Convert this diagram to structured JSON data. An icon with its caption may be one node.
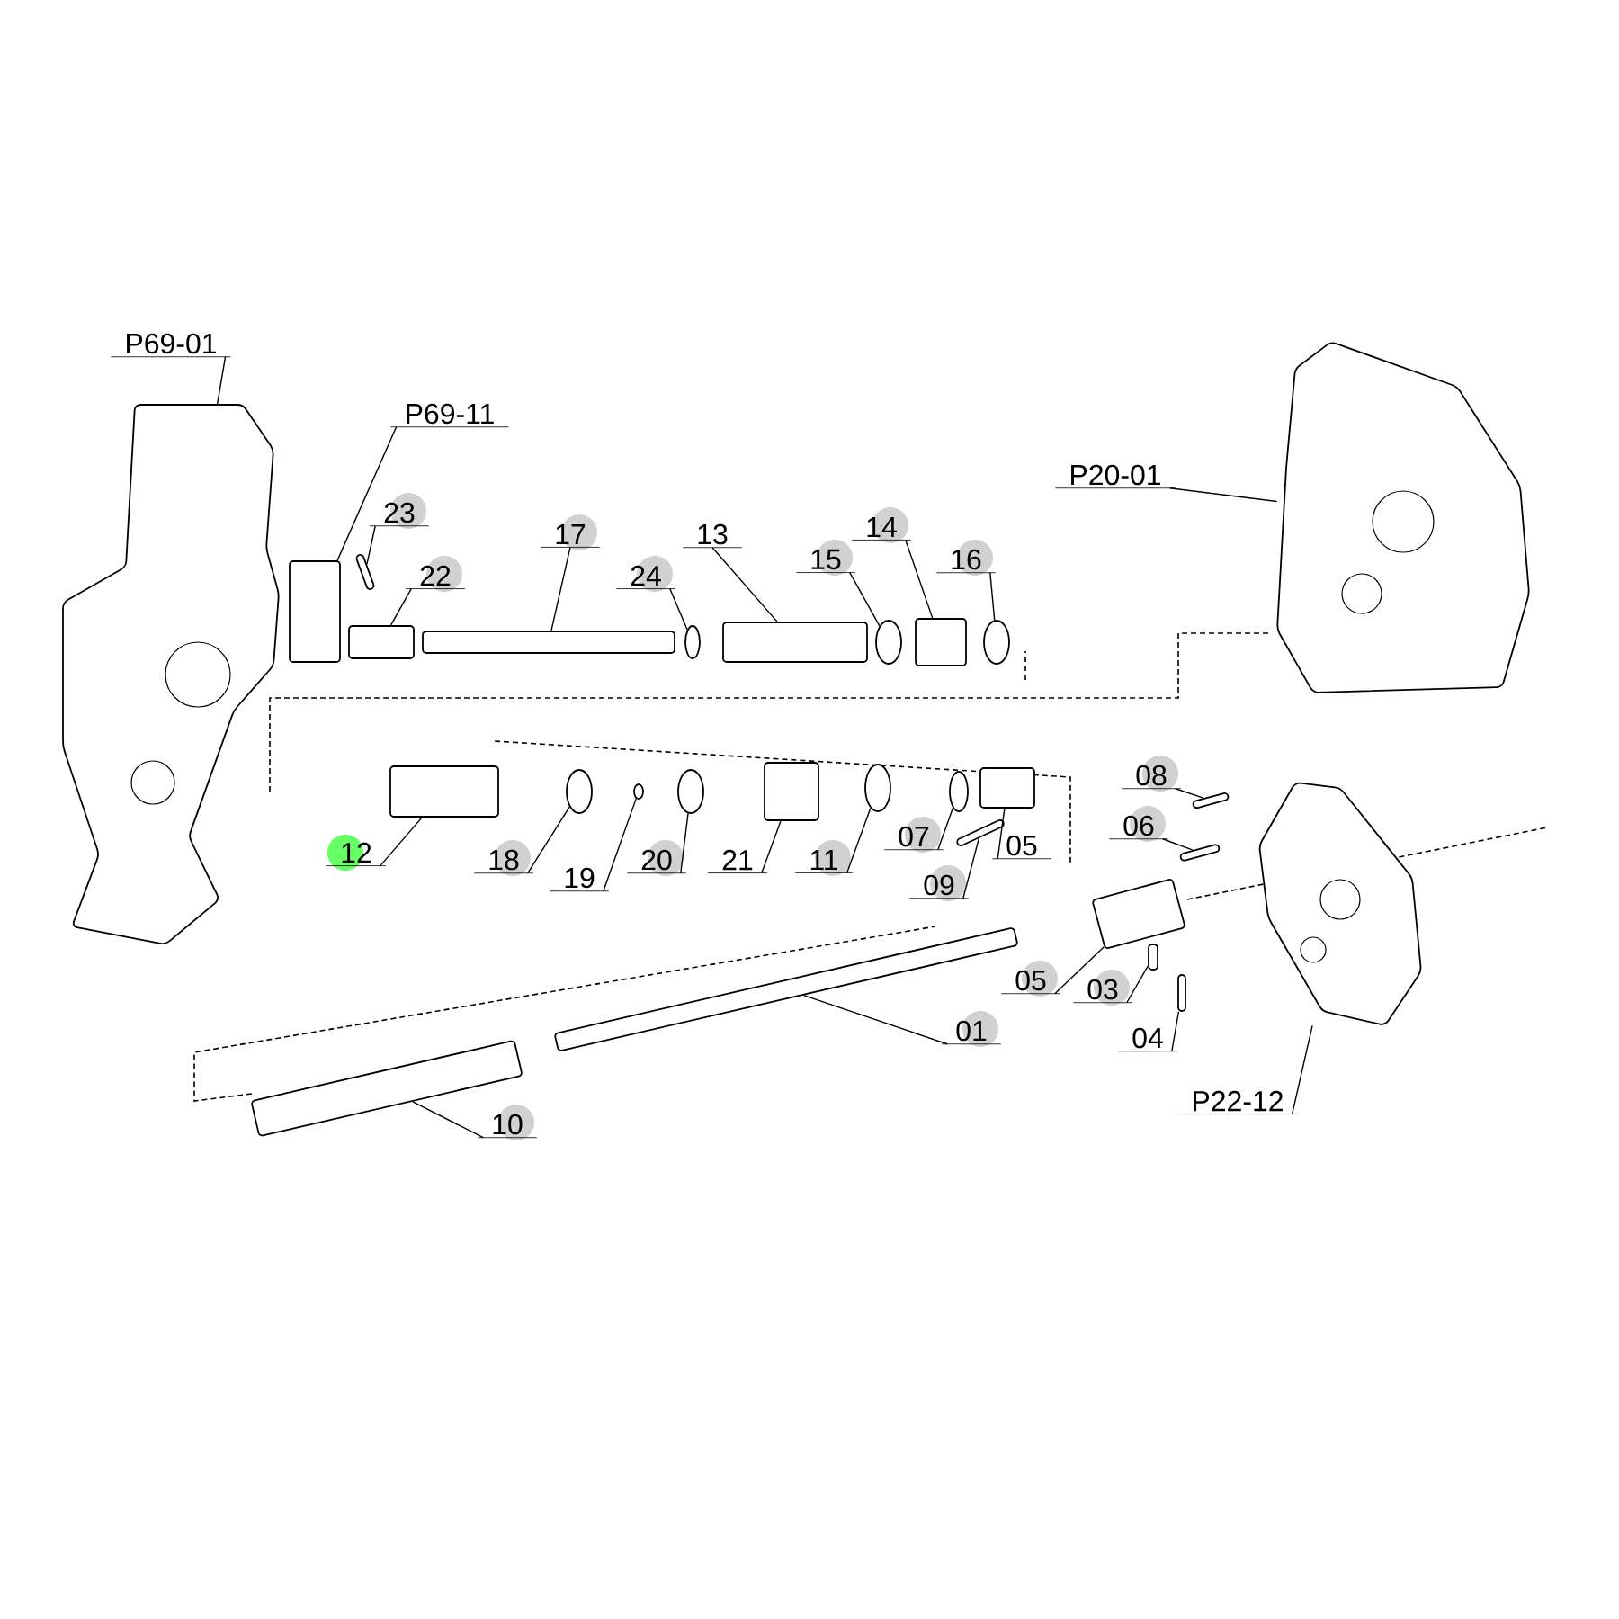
{
  "diagram": {
    "nodes": [
      {
        "text": [
          "P69-01"
        ]
      },
      {
        "text": [],
        "shape": "picture"
      },
      {
        "text": [
          "P69-11"
        ]
      },
      {
        "text": [],
        "shape": "box"
      },
      {
        "text": [
          "23"
        ]
      },
      {
        "text": [],
        "shape": "box"
      },
      {
        "text": [
          "22"
        ]
      },
      {
        "text": [],
        "shape": "box"
      },
      {
        "text": [
          "17"
        ]
      },
      {
        "text": [],
        "shape": "box"
      },
      {
        "text": [
          "24"
        ]
      },
      {
        "text": [],
        "shape": "circle"
      },
      {
        "text": [
          "13"
        ]
      },
      {
        "text": [],
        "shape": "box"
      },
      {
        "text": [
          "15"
        ]
      },
      {
        "text": [],
        "shape": "circle"
      },
      {
        "text": [
          "14"
        ]
      },
      {
        "text": [],
        "shape": "box"
      },
      {
        "text": [
          "16"
        ]
      },
      {
        "text": [],
        "shape": "circle"
      },
      {
        "text": [
          "P20-01"
        ]
      },
      {
        "text": [],
        "shape": "picture"
      },
      {
        "text": [
          "12"
        ]
      },
      {
        "text": [],
        "shape": "box"
      },
      {
        "text": [
          "18"
        ]
      },
      {
        "text": [],
        "shape": "circle"
      },
      {
        "text": [
          "19"
        ]
      },
      {
        "text": [],
        "shape": "circle"
      },
      {
        "text": [
          "20"
        ]
      },
      {
        "text": [],
        "shape": "circle"
      },
      {
        "text": [
          "21"
        ]
      },
      {
        "text": [],
        "shape": "box"
      },
      {
        "text": [
          "11"
        ]
      },
      {
        "text": [],
        "shape": "circle"
      },
      {
        "text": [
          "07"
        ]
      },
      {
        "text": [],
        "shape": "circle"
      },
      {
        "text": [
          "09"
        ]
      },
      {
        "text": [],
        "shape": "box"
      },
      {
        "text": [
          "05"
        ]
      },
      {
        "text": [],
        "shape": "box"
      },
      {
        "text": [
          "08"
        ]
      },
      {
        "text": [],
        "shape": "box"
      },
      {
        "text": [
          "06"
        ]
      },
      {
        "text": [],
        "shape": "box"
      },
      {
        "text": [
          "05"
        ]
      },
      {
        "text": [],
        "shape": "box"
      },
      {
        "text": [
          "03"
        ]
      },
      {
        "text": [],
        "shape": "box"
      },
      {
        "text": [
          "04"
        ]
      },
      {
        "text": [],
        "shape": "box"
      },
      {
        "text": [
          "01"
        ]
      },
      {
        "text": [],
        "shape": "box"
      },
      {
        "text": [
          "10"
        ]
      },
      {
        "text": [],
        "shape": "box"
      },
      {
        "text": [
          "P22-12"
        ]
      },
      {
        "text": [],
        "shape": "picture"
      }
    ],
    "edges": [
      {
        "from": 0,
        "to": 1,
        "arrow": "none"
      },
      {
        "from": 2,
        "to": 3,
        "arrow": "none"
      },
      {
        "from": 4,
        "to": 5,
        "arrow": "none"
      },
      {
        "from": 6,
        "to": 7,
        "arrow": "none"
      },
      {
        "from": 8,
        "to": 9,
        "arrow": "none"
      },
      {
        "from": 10,
        "to": 11,
        "arrow": "none"
      },
      {
        "from": 12,
        "to": 13,
        "arrow": "none"
      },
      {
        "from": 14,
        "to": 15,
        "arrow": "none"
      },
      {
        "from": 16,
        "to": 17,
        "arrow": "none"
      },
      {
        "from": 18,
        "to": 19,
        "arrow": "none"
      },
      {
        "from": 20,
        "to": 21,
        "arrow": "none"
      },
      {
        "from": 22,
        "to": 23,
        "arrow": "none"
      },
      {
        "from": 24,
        "to": 25,
        "arrow": "none"
      },
      {
        "from": 26,
        "to": 27,
        "arrow": "none"
      },
      {
        "from": 28,
        "to": 29,
        "arrow": "none"
      },
      {
        "from": 30,
        "to": 31,
        "arrow": "none"
      },
      {
        "from": 32,
        "to": 33,
        "arrow": "none"
      },
      {
        "from": 34,
        "to": 35,
        "arrow": "none"
      },
      {
        "from": 36,
        "to": 37,
        "arrow": "none"
      },
      {
        "from": 38,
        "to": 39,
        "arrow": "none"
      },
      {
        "from": 40,
        "to": 41,
        "arrow": "none"
      },
      {
        "from": 42,
        "to": 43,
        "arrow": "none"
      },
      {
        "from": 44,
        "to": 45,
        "arrow": "none"
      },
      {
        "from": 46,
        "to": 47,
        "arrow": "none"
      },
      {
        "from": 48,
        "to": 49,
        "arrow": "none"
      },
      {
        "from": 50,
        "to": 51,
        "arrow": "none"
      },
      {
        "from": 52,
        "to": 53,
        "arrow": "none"
      },
      {
        "from": 54,
        "to": 55,
        "arrow": "none"
      }
    ]
  }
}
